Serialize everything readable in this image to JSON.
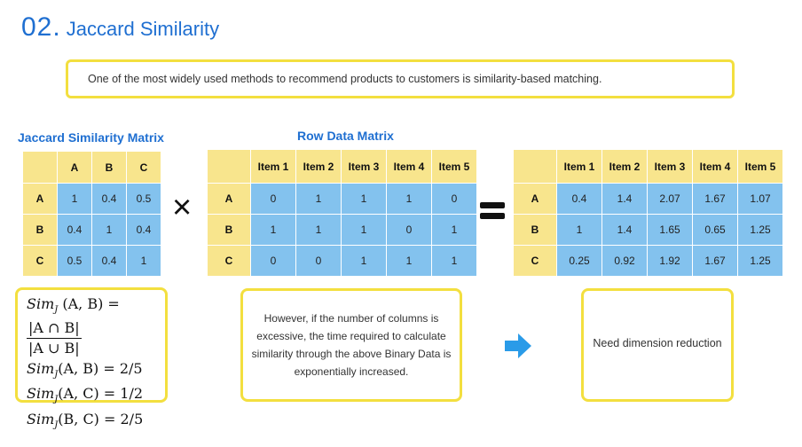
{
  "header": {
    "number": "02.",
    "title": "Jaccard Similarity"
  },
  "intro": "One of the most widely used methods to recommend products to customers is similarity-based matching.",
  "jaccard_matrix": {
    "title": "Jaccard Similarity Matrix",
    "columns": [
      "A",
      "B",
      "C"
    ],
    "rows": [
      {
        "label": "A",
        "values": [
          "1",
          "0.4",
          "0.5"
        ]
      },
      {
        "label": "B",
        "values": [
          "0.4",
          "1",
          "0.4"
        ]
      },
      {
        "label": "C",
        "values": [
          "0.5",
          "0.4",
          "1"
        ]
      }
    ]
  },
  "multiply_sign": "×",
  "row_data_matrix": {
    "title": "Row Data Matrix",
    "columns": [
      "Item 1",
      "Item 2",
      "Item 3",
      "Item 4",
      "Item 5"
    ],
    "rows": [
      {
        "label": "A",
        "values": [
          "0",
          "1",
          "1",
          "1",
          "0"
        ]
      },
      {
        "label": "B",
        "values": [
          "1",
          "1",
          "1",
          "0",
          "1"
        ]
      },
      {
        "label": "C",
        "values": [
          "0",
          "0",
          "1",
          "1",
          "1"
        ]
      }
    ]
  },
  "result_matrix": {
    "columns": [
      "Item 1",
      "Item 2",
      "Item 3",
      "Item 4",
      "Item 5"
    ],
    "rows": [
      {
        "label": "A",
        "values": [
          "0.4",
          "1.4",
          "2.07",
          "1.67",
          "1.07"
        ]
      },
      {
        "label": "B",
        "values": [
          "1",
          "1.4",
          "1.65",
          "0.65",
          "1.25"
        ]
      },
      {
        "label": "C",
        "values": [
          "0.25",
          "0.92",
          "1.92",
          "1.67",
          "1.25"
        ]
      }
    ]
  },
  "formula": {
    "lhs": "Sim",
    "sub": "J",
    "args_ab": "(A, B) =",
    "numerator": "|A ∩ B|",
    "denominator": "|A ∪ B|",
    "lines": [
      {
        "args": "(A, B) = 2/5"
      },
      {
        "args": "(A, C) = 1/2"
      },
      {
        "args": "(B, C) = 2/5"
      }
    ]
  },
  "note": "However, if the number of columns is excessive, the time required to calculate similarity through the above Binary Data is exponentially increased.",
  "conclusion": "Need dimension reduction",
  "colors": {
    "accent": "#1f6fd1",
    "header_cell": "#f8e58d",
    "value_cell": "#83c2ee",
    "box_border": "#f3df3f",
    "arrow": "#2a9be8"
  }
}
